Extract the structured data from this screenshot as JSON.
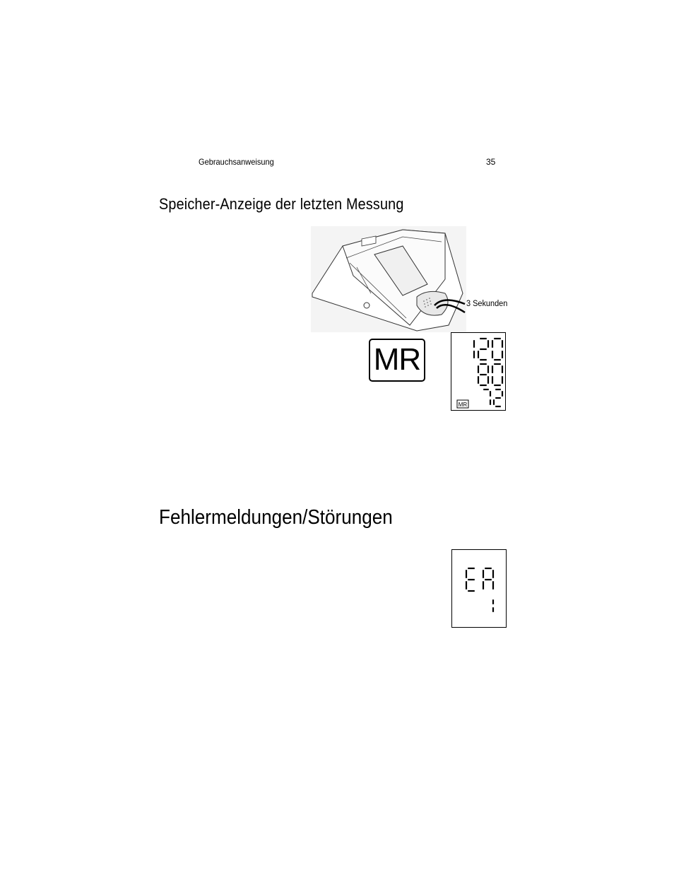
{
  "header": {
    "doc_title": "Gebrauchsanweisung",
    "page_number": "35"
  },
  "section_memory": {
    "title": "Speicher-Anzeige der letzten Messung",
    "hold_caption": "3 Sekunden",
    "mr_button_label": "MR",
    "display": {
      "systolic": "120",
      "diastolic": "80",
      "pulse": "72",
      "indicator": "MR"
    }
  },
  "section_errors": {
    "title": "Fehlermeldungen/Störungen",
    "display": {
      "code_line1": "ER",
      "code_line2": "1"
    }
  }
}
